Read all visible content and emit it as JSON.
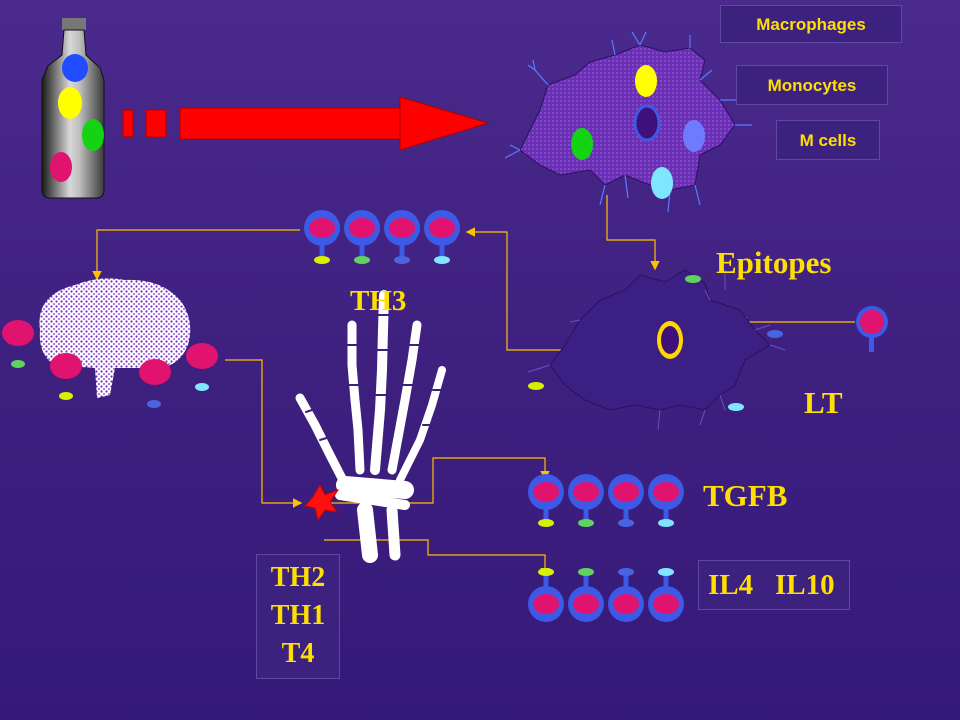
{
  "cell_types": [
    "Macrophages",
    "Monocytes",
    "M cells"
  ],
  "labels": {
    "epitopes": "Epitopes",
    "th3": "TH3",
    "lt": "LT",
    "tgfb": "TGFB",
    "il4": "IL4",
    "il10": "IL10",
    "th_stack": [
      "TH2",
      "TH1",
      "T4"
    ]
  },
  "colors": {
    "label_text": "#ffdf00",
    "arrow": "#ff0000",
    "connector": "#ffc000",
    "cell_ring": "#3c5ae6",
    "cell_core": "#e0136e",
    "background": "#3d1f7e"
  },
  "antigen_colors": [
    "#d6f000",
    "#5fd35f",
    "#4a63e0",
    "#7fe6ff"
  ]
}
